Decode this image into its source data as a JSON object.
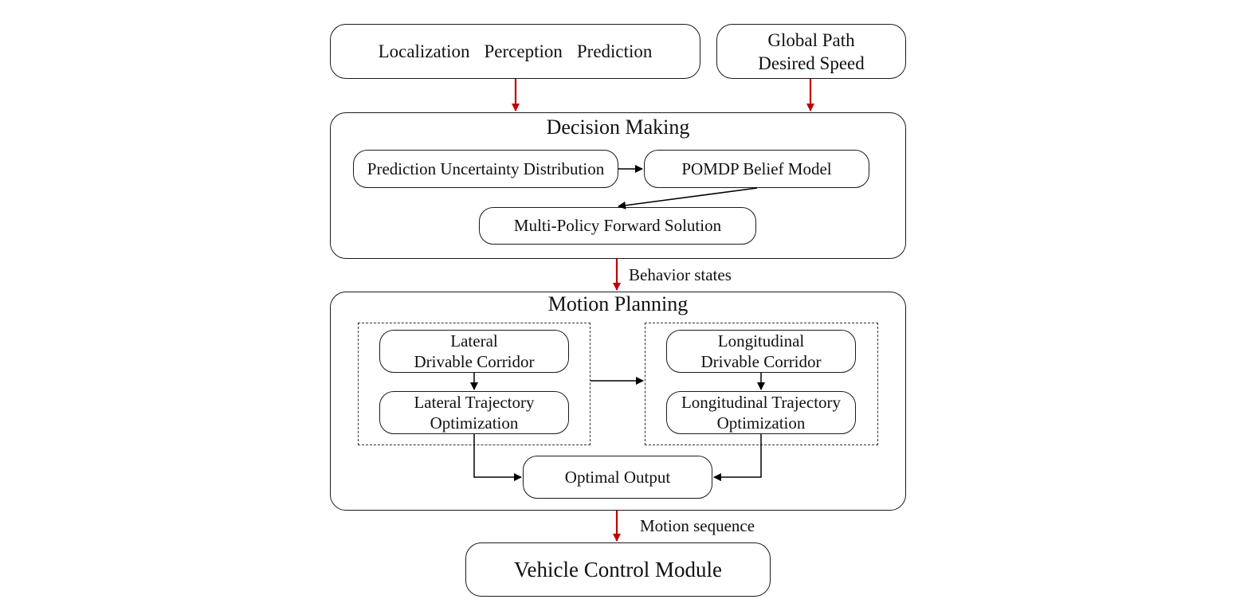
{
  "colors": {
    "flow_arrow": "#c00000",
    "inner_arrow": "#000000",
    "border": "#1a1a1a"
  },
  "inputs": {
    "sensing": [
      "Localization",
      "Perception",
      "Prediction"
    ],
    "route": [
      "Global Path",
      "Desired Speed"
    ]
  },
  "decision": {
    "title": "Decision Making",
    "uncertainty": "Prediction Uncertainty Distribution",
    "belief": "POMDP Belief Model",
    "multi_policy": "Multi-Policy Forward Solution"
  },
  "behavior_label": "Behavior states",
  "motion": {
    "title": "Motion Planning",
    "lateral_corridor": [
      "Lateral",
      "Drivable Corridor"
    ],
    "lateral_opt": [
      "Lateral Trajectory",
      "Optimization"
    ],
    "long_corridor": [
      "Longitudinal",
      "Drivable Corridor"
    ],
    "long_opt": [
      "Longitudinal Trajectory",
      "Optimization"
    ],
    "output": "Optimal Output"
  },
  "sequence_label": "Motion sequence",
  "control": "Vehicle Control Module"
}
